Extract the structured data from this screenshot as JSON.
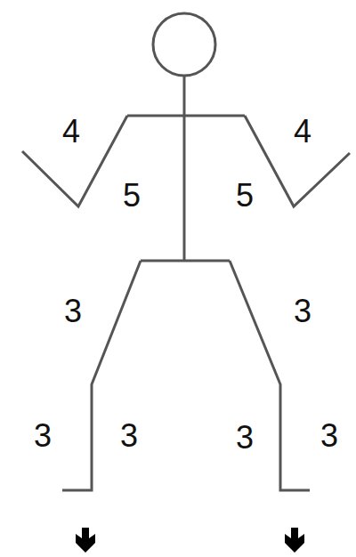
{
  "diagram": {
    "labels": [
      "4",
      "4",
      "5",
      "5",
      "3",
      "3",
      "3",
      "3",
      "3",
      "3"
    ]
  }
}
